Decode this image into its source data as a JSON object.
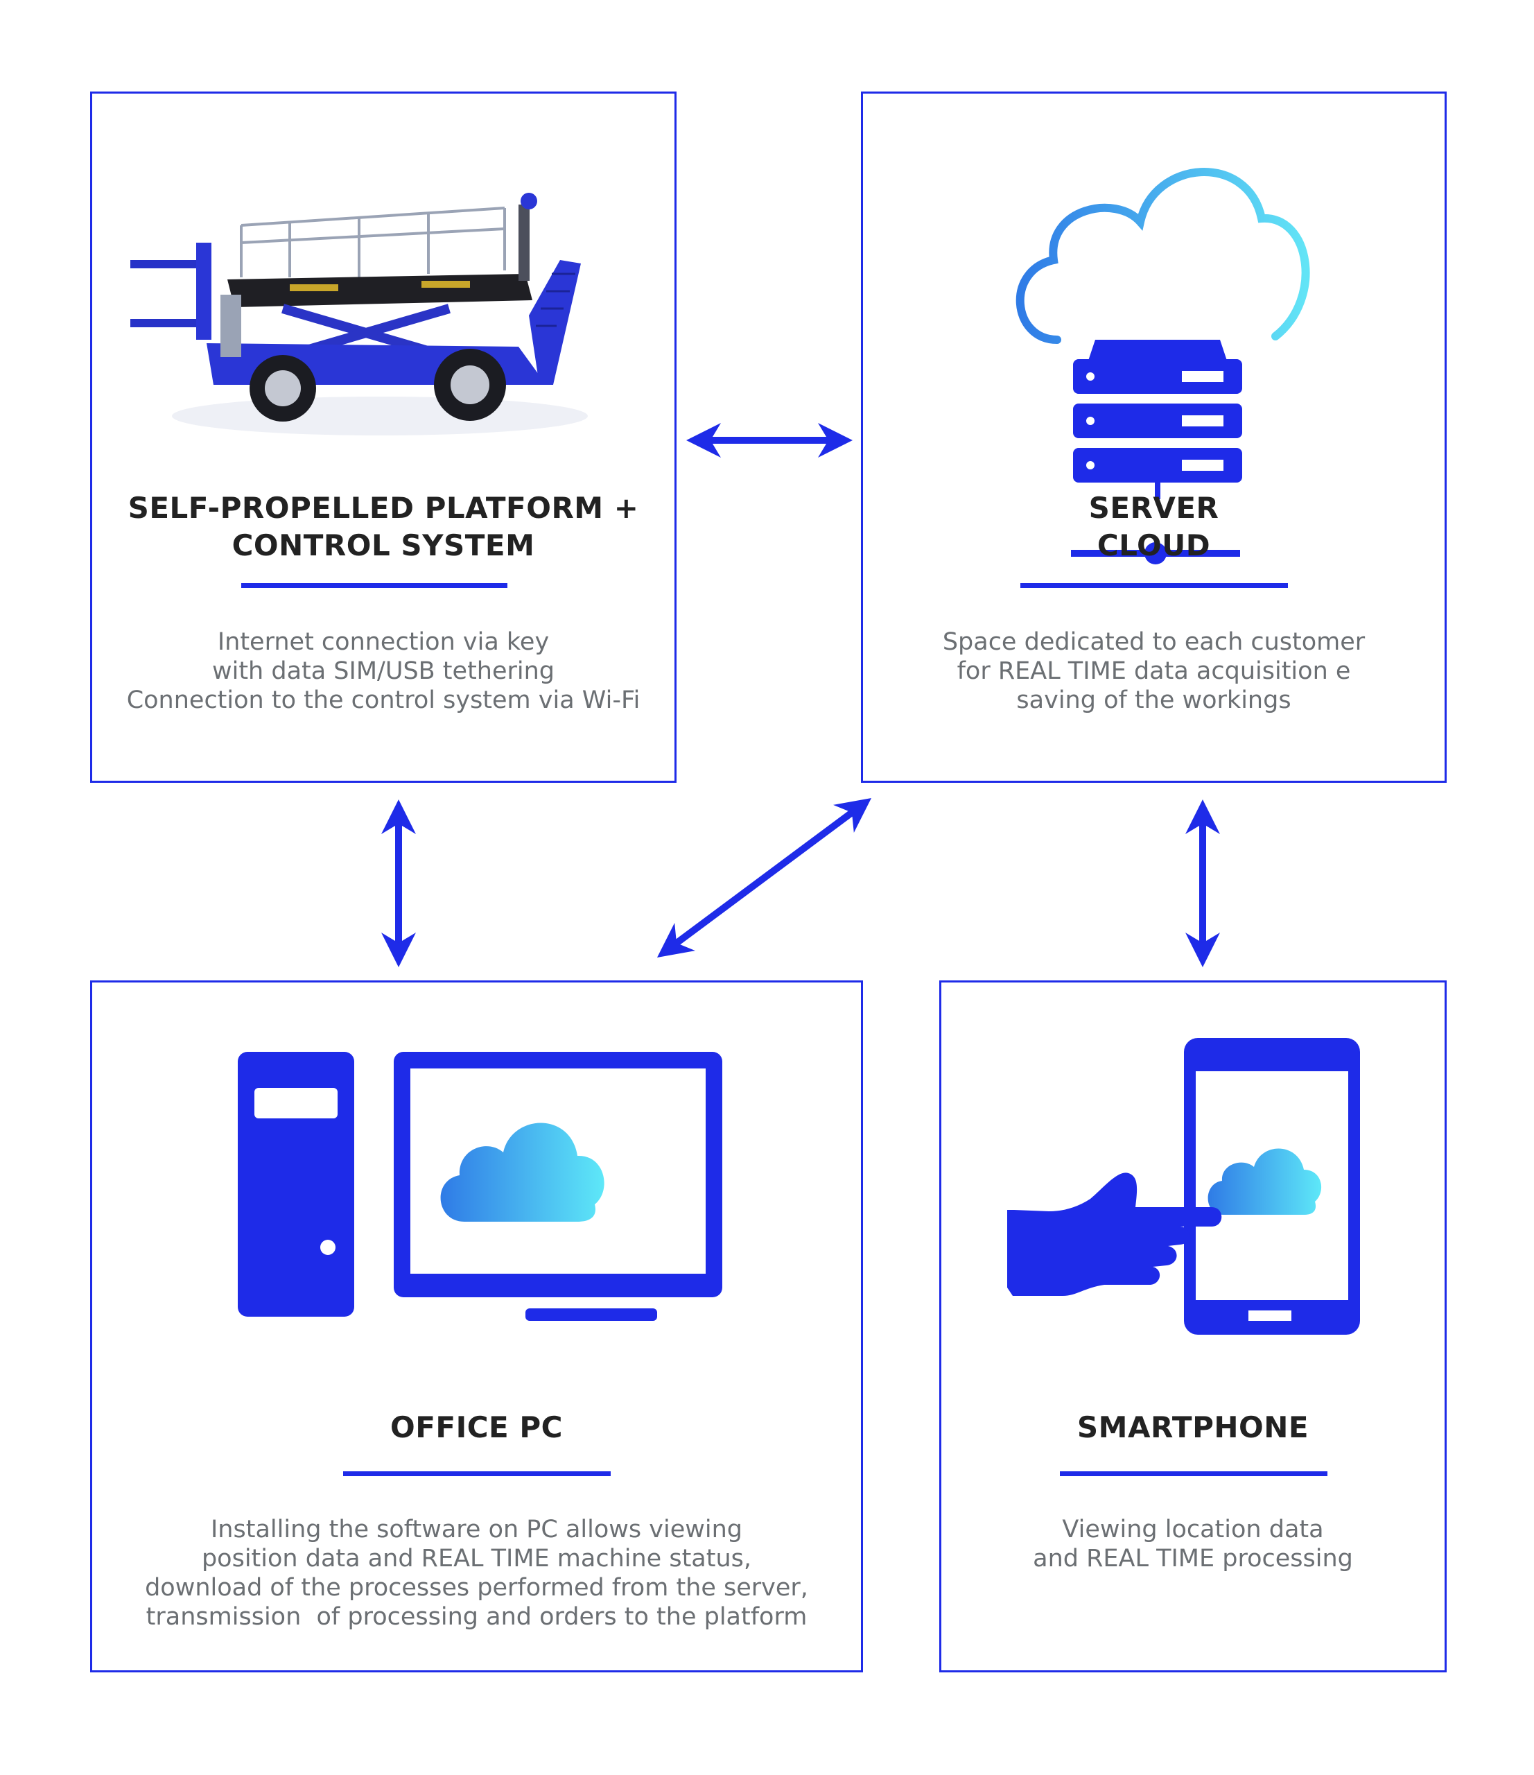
{
  "colors": {
    "accent": "#1e2be8",
    "title": "#222222",
    "body_text": "#6b6f73",
    "cloud_gradient": [
      "#2f7be6",
      "#5ee8f8"
    ]
  },
  "boxes": {
    "platform": {
      "title_lines": [
        "SELF-PROPELLED PLATFORM +",
        "CONTROL SYSTEM"
      ],
      "desc_lines": [
        "Internet connection via key",
        "with data SIM/USB tethering",
        "Connection to the control system via Wi-Fi"
      ],
      "icon": "self-propelled-platform-image"
    },
    "server": {
      "title_lines": [
        "SERVER",
        "CLOUD"
      ],
      "desc_lines": [
        "Space dedicated to each customer",
        "for REAL TIME data acquisition e",
        "saving of the workings"
      ],
      "icon": "server-cloud-icon"
    },
    "office": {
      "title_lines": [
        "OFFICE PC"
      ],
      "desc_lines": [
        "Installing the software on PC allows viewing",
        "position data and REAL TIME machine status,",
        "download of the processes performed from the server,",
        "transmission  of processing and orders to the platform"
      ],
      "icon": "desktop-pc-icon"
    },
    "phone": {
      "title_lines": [
        "SMARTPHONE"
      ],
      "desc_lines": [
        "Viewing location data",
        "and REAL TIME processing"
      ],
      "icon": "smartphone-hand-icon"
    }
  },
  "arrows": [
    "platform<->server",
    "platform<->office",
    "server<->office",
    "server<->smartphone"
  ]
}
